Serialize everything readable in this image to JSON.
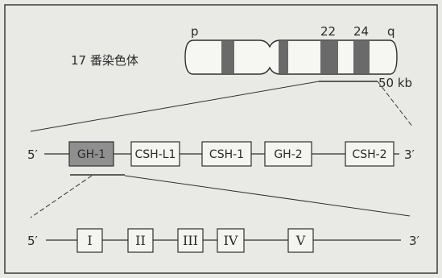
{
  "chromosome": {
    "label": "17 番染色体",
    "arm_p": "p",
    "arm_q": "q",
    "band_22": "22",
    "band_24": "24",
    "scale": "50 kb"
  },
  "gene_cluster": {
    "five_prime": "5′",
    "three_prime": "3′",
    "genes": [
      "GH-1",
      "CSH-L1",
      "CSH-1",
      "GH-2",
      "CSH-2"
    ]
  },
  "gene_structure": {
    "five_prime": "5′",
    "three_prime": "3′",
    "exons": [
      "I",
      "II",
      "III",
      "IV",
      "V"
    ]
  },
  "colors": {
    "background": "#e9e9e5",
    "frame": "#3a3a3a",
    "band": "#6a6a6a",
    "highlight_gene": "#8f8f8f",
    "line": "#2f2f2f"
  }
}
